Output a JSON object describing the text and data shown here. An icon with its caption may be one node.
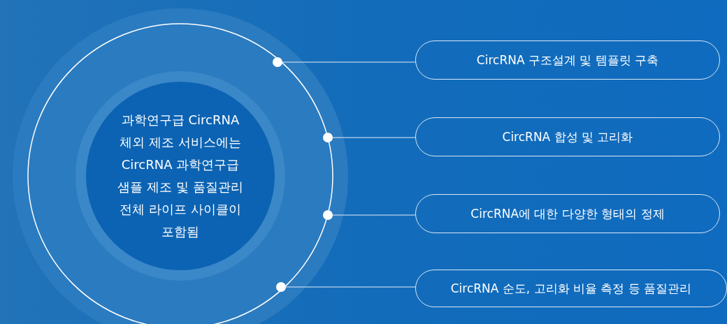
{
  "diagram": {
    "nodes": [
      {
        "text": [
          "과학연구급 CircRNA 체외 제조 서비스에는CircRNA 과학연구급 샘플 제조 및 품질관리 전체 라이프 사이클이 포함됨"
        ]
      },
      {
        "text": [],
        "shape": "circle"
      },
      {
        "text": [],
        "shape": "circle"
      },
      {
        "text": [],
        "shape": "circle"
      },
      {
        "text": [],
        "shape": "circle"
      },
      {
        "text": [
          "CircRNA 구조설계 및 템플릿 구축"
        ]
      },
      {
        "text": [
          "CircRNA 합성 및 고리화"
        ]
      },
      {
        "text": [
          "CircRNA에 대한 다양한 형태의 정제"
        ]
      },
      {
        "text": [
          "CircRNA 순도, 고리화 비율 측정 등 품질관리"
        ]
      }
    ],
    "edges": [
      {
        "from": 1,
        "to": 5,
        "arrow": "none"
      },
      {
        "from": 2,
        "to": 6,
        "arrow": "none"
      },
      {
        "from": 3,
        "to": 7,
        "arrow": "none"
      },
      {
        "from": 4,
        "to": 8,
        "arrow": "none"
      }
    ]
  }
}
